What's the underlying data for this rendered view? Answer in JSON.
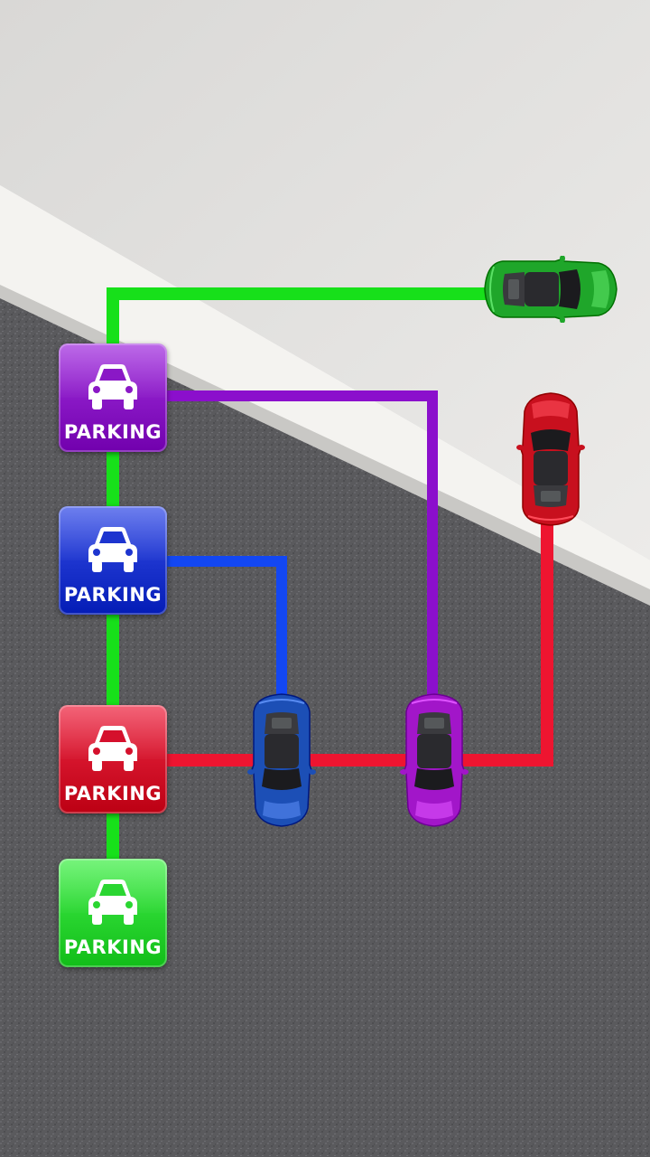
{
  "scene": {
    "wall_color": "#e6e5e3",
    "baseboard_color": "#f3f2ef",
    "carpet_color": "#5c5c5f"
  },
  "parking_lots": [
    {
      "id": "purple",
      "label": "PARKING",
      "color": "#8a18c6",
      "icon": "car-front-icon"
    },
    {
      "id": "blue",
      "label": "PARKING",
      "color": "#1d35cf",
      "icon": "car-front-icon"
    },
    {
      "id": "red",
      "label": "PARKING",
      "color": "#d5102c",
      "icon": "car-front-icon"
    },
    {
      "id": "green",
      "label": "PARKING",
      "color": "#2ad631",
      "icon": "car-front-icon"
    }
  ],
  "cars": [
    {
      "id": "green",
      "color": "#1fa62a",
      "icon": "sports-car-icon"
    },
    {
      "id": "red",
      "color": "#c8101e",
      "icon": "sports-car-icon"
    },
    {
      "id": "blue",
      "color": "#1c4fb6",
      "icon": "sports-car-icon"
    },
    {
      "id": "purple",
      "color": "#a216c9",
      "icon": "sports-car-icon"
    }
  ],
  "paths": [
    {
      "id": "green",
      "color": "#17e01a"
    },
    {
      "id": "purple",
      "color": "#8b0fcc"
    },
    {
      "id": "blue",
      "color": "#1347f2"
    },
    {
      "id": "red",
      "color": "#ee1530"
    }
  ]
}
